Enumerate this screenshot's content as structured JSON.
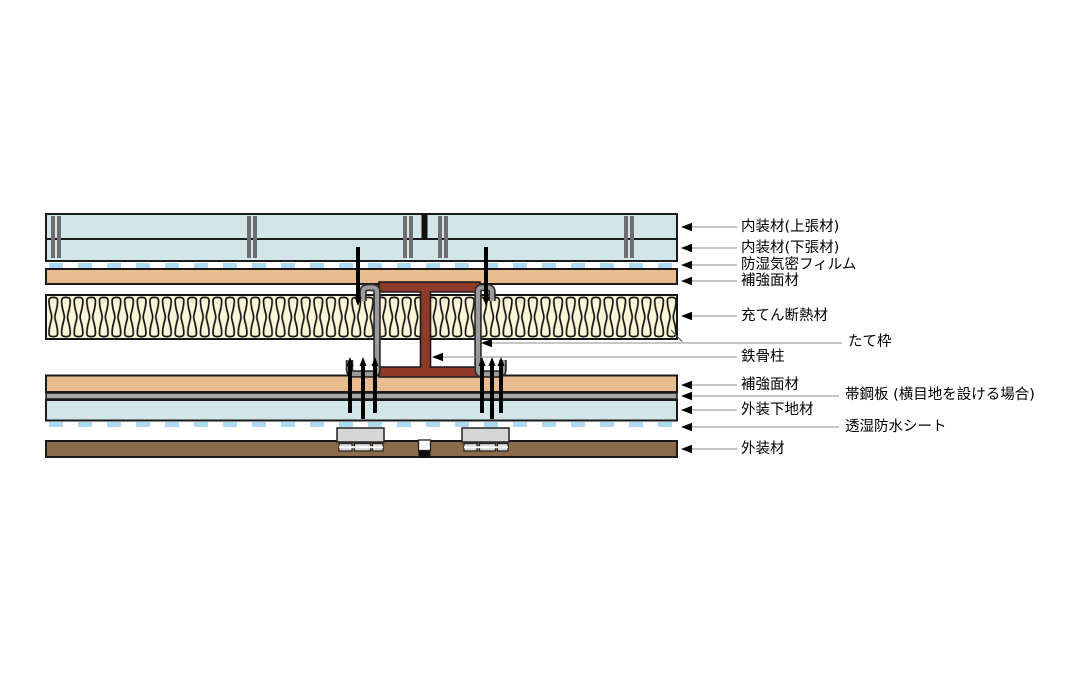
{
  "labels": [
    {
      "text": "内装材(上張材)"
    },
    {
      "text": "内装材(下張材)"
    },
    {
      "text": "防湿気密フィルム"
    },
    {
      "text": "補強面材"
    },
    {
      "text": "充てん断熱材"
    },
    {
      "text": "たて枠"
    },
    {
      "text": "鉄骨柱"
    },
    {
      "text": "補強面材"
    },
    {
      "text": "帯鋼板 (横目地を設ける場合)"
    },
    {
      "text": "外装下地材"
    },
    {
      "text": "透湿防水シート"
    },
    {
      "text": "外装材"
    }
  ],
  "colors": {
    "board_blue": "#d2e6e9",
    "film_blue": "#aed9f2",
    "tan_board": "#e8bc8f",
    "steel_band_gray": "#a8a8a8",
    "insulation_cream": "#faf6d8",
    "column_red": "#8d3a29",
    "exterior_brown": "#8b6b4c",
    "clip_gray": "#d6d6d6",
    "stud_gray": "#9b9b9b",
    "staple_gray": "#6e6e6e"
  }
}
